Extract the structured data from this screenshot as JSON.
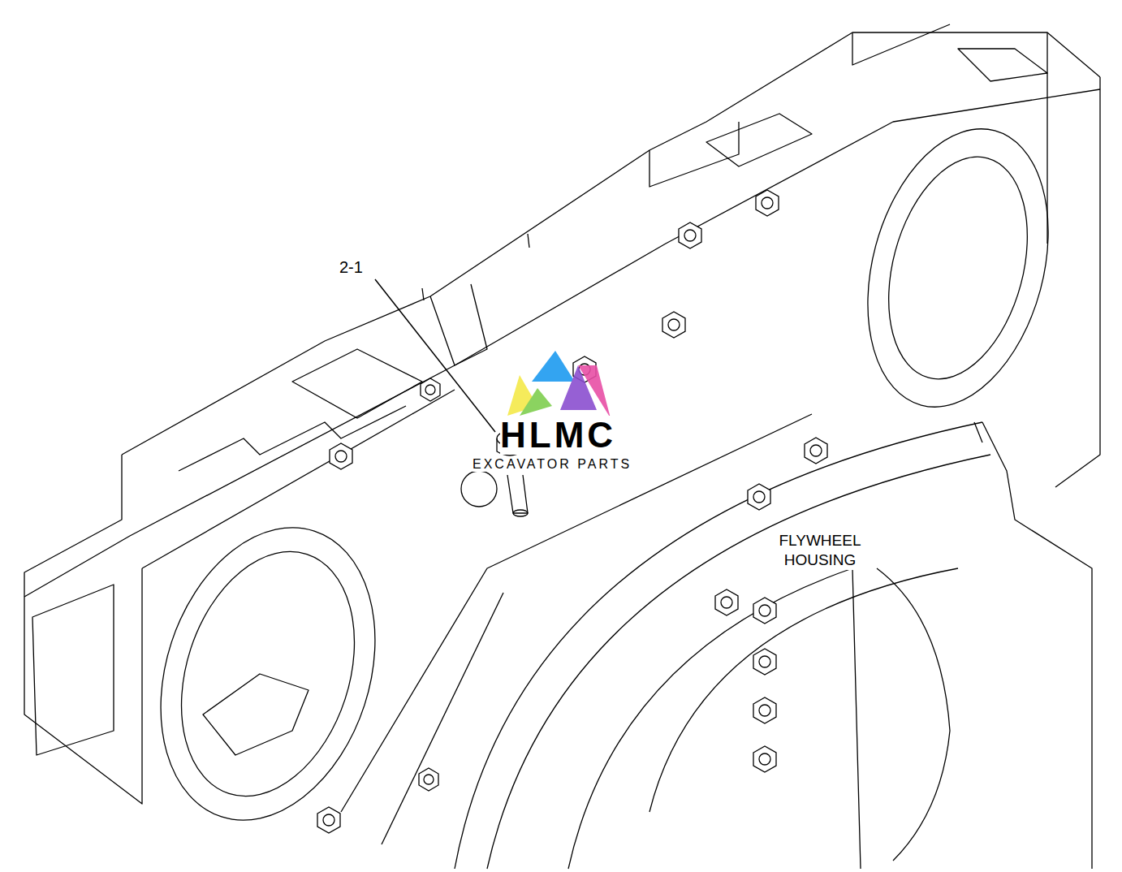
{
  "diagram": {
    "labels": [
      "2-1",
      "FLYWHEEL HOUSING",
      "HLMC",
      "EXCAVATOR PARTS"
    ]
  }
}
